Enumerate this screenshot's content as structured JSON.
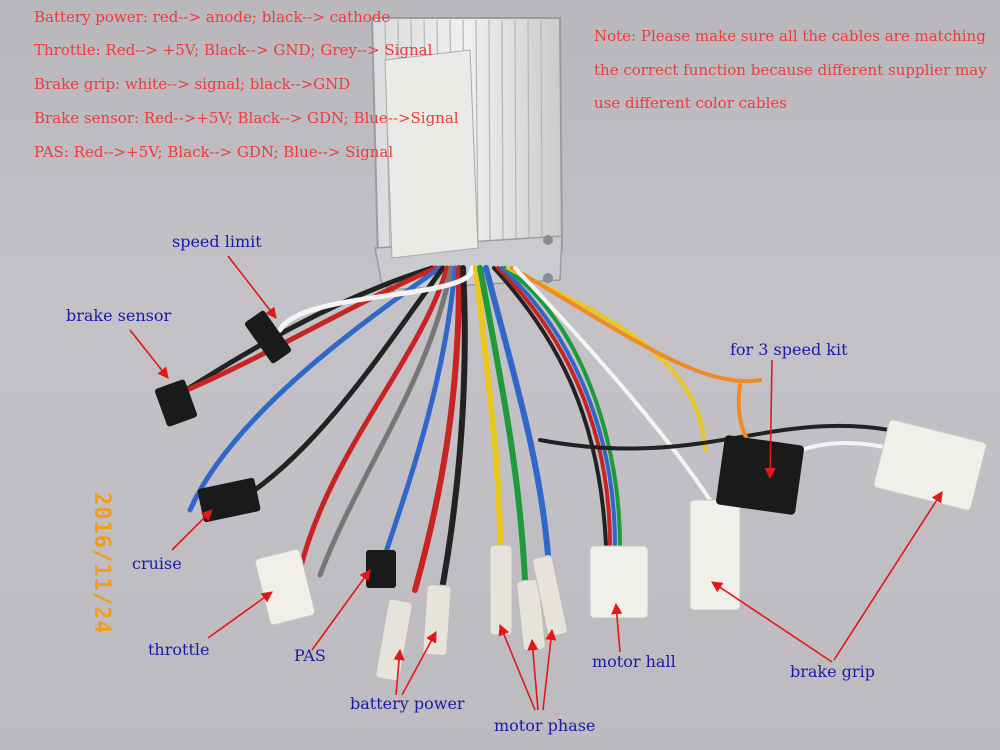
{
  "spec_lines": [
    "Battery power: red--> anode; black--> cathode",
    "Throttle: Red--> +5V; Black--> GND; Grey--> Signal",
    "Brake grip:  white--> signal; black-->GND",
    "Brake sensor: Red-->+5V; Black--> GDN; Blue-->Signal",
    "PAS: Red-->+5V; Black--> GDN; Blue--> Signal"
  ],
  "note_lines": [
    "Note: Please make sure all the cables are matching",
    "the correct function because different supplier may",
    "use different color cables"
  ],
  "labels": {
    "speed_limit": "speed limit",
    "brake_sensor": "brake sensor",
    "for_3_speed_kit": "for 3 speed kit",
    "cruise": "cruise",
    "throttle": "throttle",
    "pas": "PAS",
    "battery_power": "battery power",
    "motor_phase": "motor phase",
    "motor_hall": "motor hall",
    "brake_grip": "brake grip"
  },
  "date_stamp": "2016/11/24",
  "colors": {
    "text_red": "#ee3b3b",
    "label_blue": "#1a1aa8",
    "date_orange": "#f39c1a"
  }
}
